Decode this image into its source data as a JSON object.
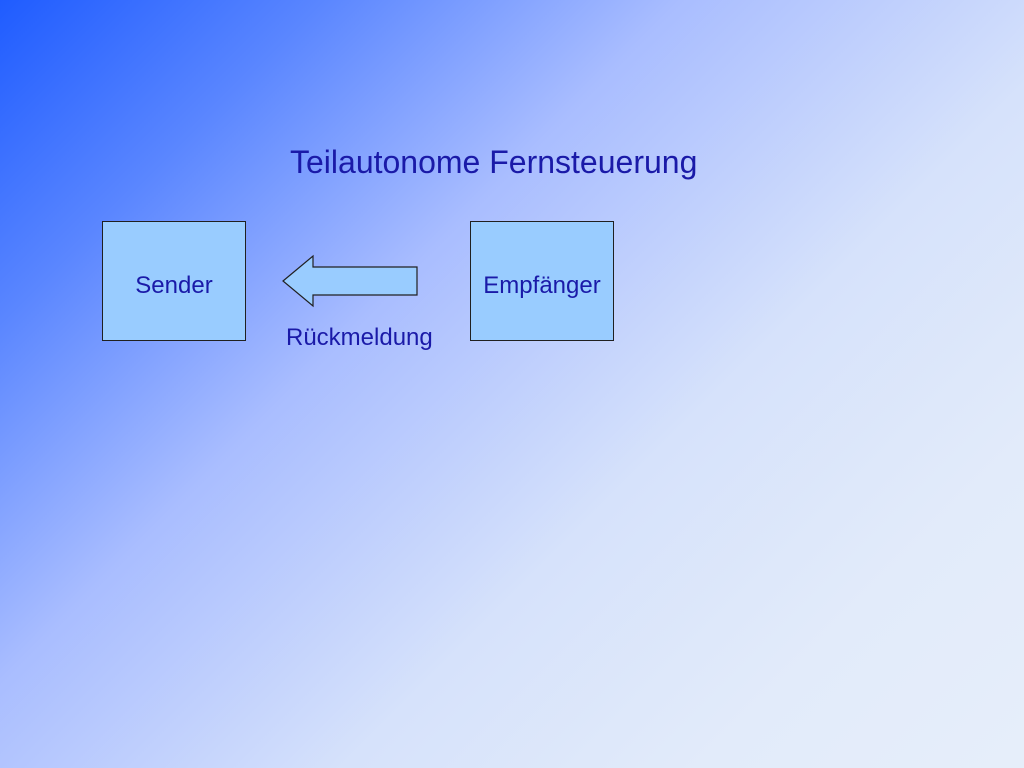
{
  "title": "Teilautonome Fernsteuerung",
  "nodes": {
    "sender": "Sender",
    "receiver": "Empfänger"
  },
  "edge": {
    "label": "Rückmeldung",
    "direction": "receiver-to-sender"
  },
  "colors": {
    "text": "#1a1aa8",
    "box_fill": "#99ccff",
    "outline": "#202020"
  }
}
